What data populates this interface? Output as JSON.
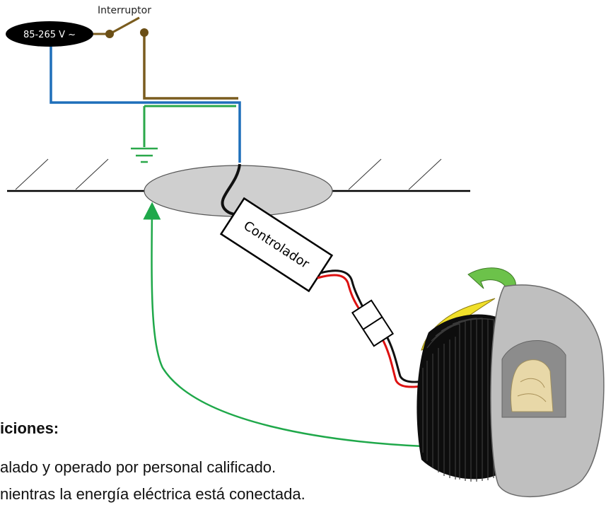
{
  "diagram": {
    "switch_label": "Interruptor",
    "voltage_label": "85-265 V ~",
    "controller_label": "Controlador",
    "colors": {
      "neutral_wire": "#1e6fba",
      "live_wire": "#7a5c1e",
      "ground_wire": "#2aa84a",
      "arrow": "#1fa84a",
      "rotate_arrow": "#6cc24a",
      "tape": "#f1e02a"
    }
  },
  "notes": {
    "heading": "iciones:",
    "line1": "alado y operado por personal calificado.",
    "line2": "nientras la energía eléctrica está conectada."
  }
}
